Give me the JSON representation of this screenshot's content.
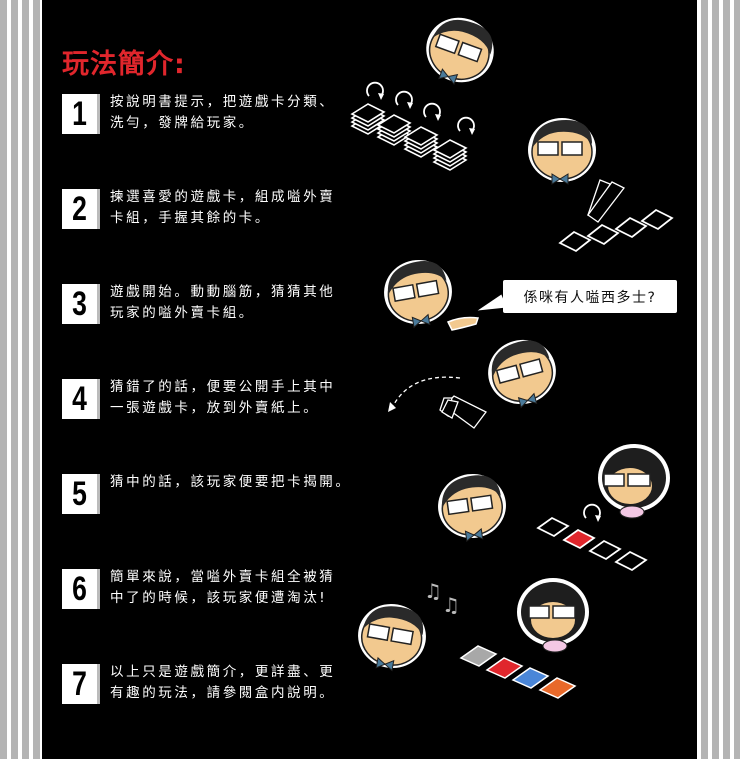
{
  "title": "玩法簡介:",
  "steps": [
    {
      "number": "1",
      "text": "按說明書提示，把遊戲卡分類、\n洗勻，發牌給玩家。"
    },
    {
      "number": "2",
      "text": "揀選喜愛的遊戲卡，組成嗌外賣\n卡組，手握其餘的卡。"
    },
    {
      "number": "3",
      "text": "遊戲開始。動動腦筋，猜猜其他\n玩家的嗌外賣卡組。"
    },
    {
      "number": "4",
      "text": "猜錯了的話，便要公開手上其中\n一張遊戲卡，放到外賣紙上。"
    },
    {
      "number": "5",
      "text": "猜中的話，該玩家便要把卡揭開。"
    },
    {
      "number": "6",
      "text": "簡單來說，當嗌外賣卡組全被猜\n中了的時候，該玩家便遭淘汰!"
    },
    {
      "number": "7",
      "text": "以上只是遊戲簡介，更詳盡、更\n有趣的玩法，請參閱盒内說明。"
    }
  ],
  "speech_bubble": "係咪有人嗌西多士?",
  "colors": {
    "title_red": "#e0262c",
    "background": "#000000",
    "stripe_gray": "#b4b4b4",
    "skin": "#f2c98f",
    "hair": "#2a2a2a",
    "bowtie": "#4a7a9a",
    "card_red": "#e0262c",
    "card_gray": "#a8a8a8",
    "card_blue": "#4a86d8",
    "card_orange": "#e8692a",
    "collar_pink": "#f4c8e4"
  },
  "icons": {
    "card_stack": "card-stack-icon",
    "shuffle_arrow": "rotate-arrow-icon",
    "music_note": "music-note-icon"
  }
}
